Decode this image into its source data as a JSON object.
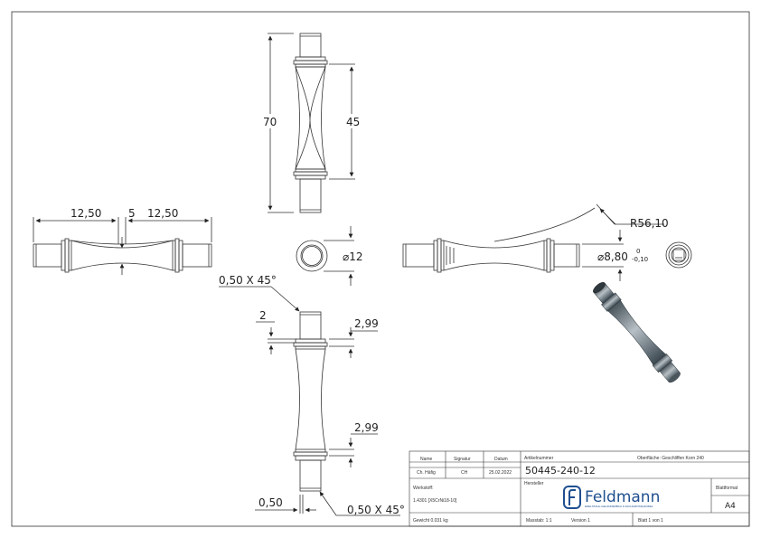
{
  "dimensions": {
    "top": {
      "overall": "70",
      "middle": "45"
    },
    "left": {
      "end_a": "12,50",
      "center": "5",
      "end_b": "12,50"
    },
    "circle": {
      "diameter": "⌀12"
    },
    "right": {
      "radius": "R56,10",
      "diameter": "⌀8,80",
      "tol_upper": "0",
      "tol_lower": "-0,10"
    },
    "bottom": {
      "chamfer_top": "0,50 X 45°",
      "step": "2",
      "collar_top": "2,99",
      "collar_bottom": "2,99",
      "offset": "0,50",
      "chamfer_bottom": "0,50 X 45°"
    }
  },
  "title_block": {
    "name_label": "Name",
    "signatur_label": "Signatur",
    "datum_label": "Datum",
    "name_value": "Ch. Häfig",
    "signatur_value": "CH",
    "datum_value": "25.02.2022",
    "artikel_label": "Artikelnummer",
    "oberflaeche": "Oberfläche: Geschliffen Korn 240",
    "artikel_value": "50445-240-12",
    "werkstoff_label": "Werkstoff:",
    "werkstoff_value": "1.4301 [X5CrNi18-10]",
    "hersteller_label": "Hersteller",
    "brand": "Feldmann",
    "brand_sub": "EDELSTAHL-GELÄNDERBAU & FACHGROSSHANDEL",
    "blattformat_label": "Blattformat",
    "blattformat_value": "A4",
    "gewicht": "Gewicht 0.031 kg",
    "massstab": "Masstab: 1:1",
    "version": "Version 1",
    "blatt": "Blatt 1 von 1"
  }
}
